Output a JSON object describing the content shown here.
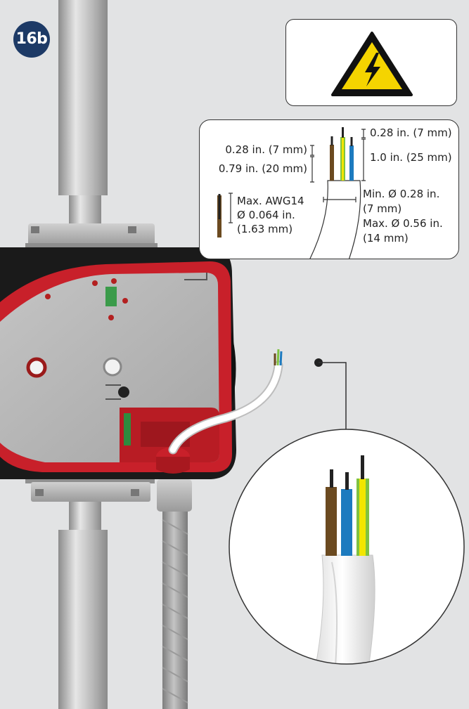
{
  "step": {
    "label": "16b"
  },
  "warning": {
    "icon": "electrical-hazard-icon"
  },
  "specs": {
    "strip_short_left": "0.28 in. (7 mm)",
    "strip_long_left": "0.79 in. (20 mm)",
    "strip_short_right": "0.28 in. (7 mm)",
    "strip_long_right": "1.0 in. (25 mm)",
    "wire_max_line1": "Max. AWG14",
    "wire_max_line2": "Ø 0.064 in.",
    "wire_max_line3": "(1.63 mm)",
    "cable_min_line1": "Min. Ø 0.28 in.",
    "cable_min_line2": "(7 mm)",
    "cable_max_line1": "Max. Ø 0.56 in.",
    "cable_max_line2": "(14 mm)"
  },
  "colors": {
    "badge": "#1d3a66",
    "housing_red": "#c8202a",
    "housing_black": "#1a1a1a",
    "panel_gray": "#b4b4b4",
    "wire_brown": "#6b4a20",
    "wire_blue": "#1d7bbf",
    "wire_earth_green": "#7fc241",
    "wire_earth_yellow": "#f2e600",
    "warning_yellow": "#f5d400"
  }
}
